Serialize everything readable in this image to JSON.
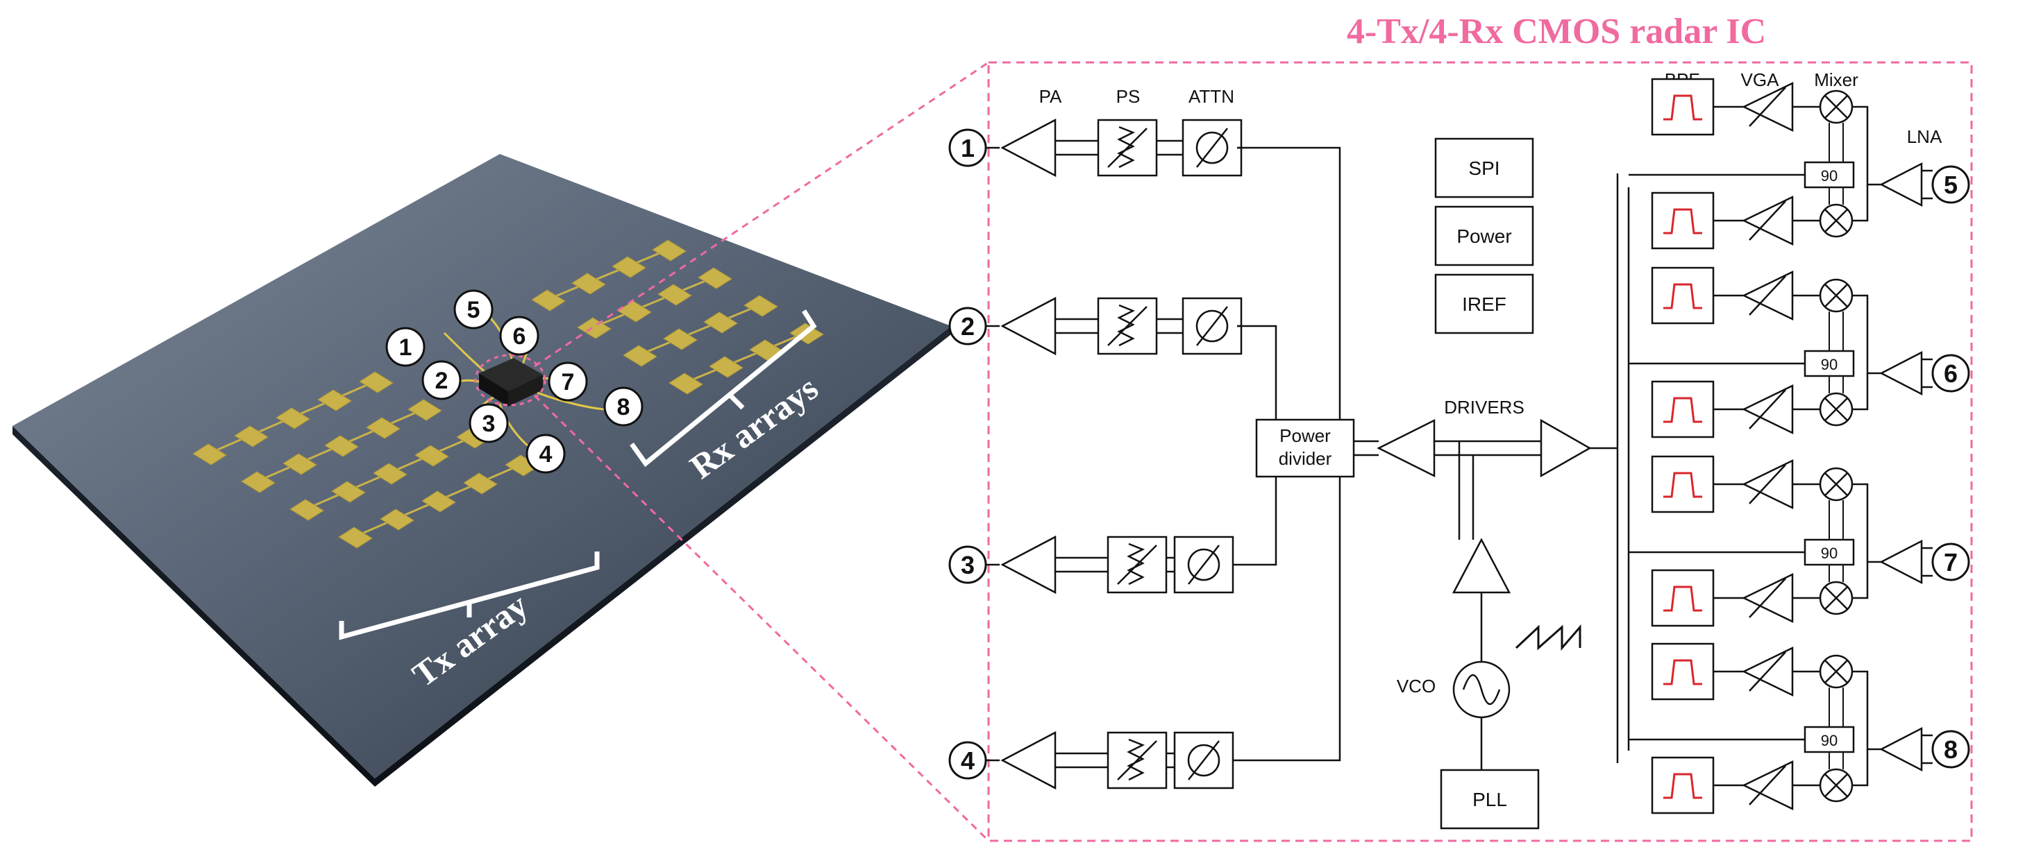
{
  "title": "4-Tx/4-Rx CMOS radar IC",
  "colors": {
    "accent": "#f06aa0",
    "line": "#111111",
    "filter_pass": "#d9262b",
    "board": "#4a5566",
    "patch": "#c9b24a"
  },
  "board": {
    "tx_label": "Tx array",
    "rx_label": "Rx arrays",
    "port_numbers": [
      "1",
      "2",
      "3",
      "4",
      "5",
      "6",
      "7",
      "8"
    ]
  },
  "tx_headers": {
    "pa": "PA",
    "ps": "PS",
    "attn": "ATTN"
  },
  "rx_headers": {
    "bpf": "BPF",
    "vga": "VGA",
    "mixer": "Mixer",
    "lna": "LNA"
  },
  "tx_ports": [
    "1",
    "2",
    "3",
    "4"
  ],
  "rx_ports": [
    "5",
    "6",
    "7",
    "8"
  ],
  "blocks": {
    "spi": "SPI",
    "power": "Power",
    "iref": "IREF",
    "power_divider_line1": "Power",
    "power_divider_line2": "divider",
    "drivers": "DRIVERS",
    "vco": "VCO",
    "pll": "PLL"
  },
  "quadrature": "90"
}
